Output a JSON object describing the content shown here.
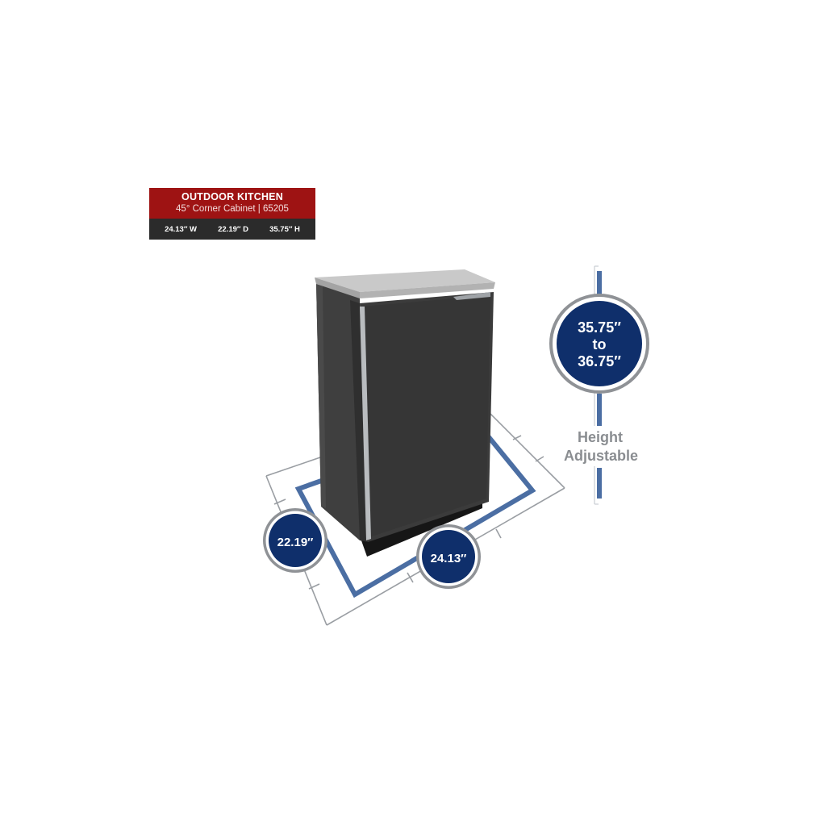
{
  "label": {
    "title": "OUTDOOR KITCHEN",
    "subtitle": "45° Corner Cabinet | 65205",
    "width": "24.13″ W",
    "depth": "22.19″ D",
    "height": "35.75″ H"
  },
  "height_badge": {
    "line1": "35.75″",
    "line2": "to",
    "line3": "36.75″"
  },
  "height_caption": {
    "line1": "Height",
    "line2": "Adjustable"
  },
  "depth_badge": "22.19″",
  "width_badge": "24.13″",
  "colors": {
    "label_red": "#9e1313",
    "label_dark": "#2b2b2b",
    "badge_navy": "#0f2f6b",
    "badge_ring": "#8f9296",
    "accent_blue": "#4b6ea3",
    "cabinet": "#3a3a3a",
    "countertop": "#c6c6c6"
  }
}
